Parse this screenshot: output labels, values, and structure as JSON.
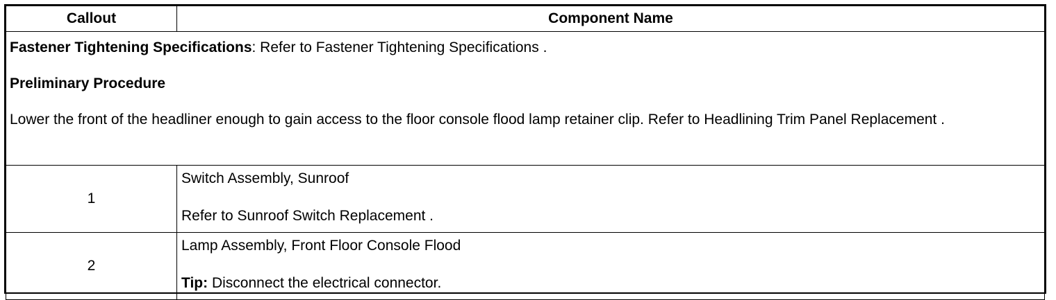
{
  "table": {
    "headers": {
      "callout": "Callout",
      "component": "Component Name"
    },
    "intro": {
      "fastener_label": "Fastener Tightening Specifications",
      "fastener_text": ": Refer to Fastener Tightening Specifications .",
      "preliminary_heading": "Preliminary Procedure",
      "preliminary_text": "Lower the front of the headliner enough to gain access to the floor console flood lamp retainer clip. Refer to Headlining Trim Panel Replacement ."
    },
    "rows": [
      {
        "callout": "1",
        "name": "Switch Assembly, Sunroof",
        "note_label": "",
        "note": "Refer to Sunroof Switch Replacement ."
      },
      {
        "callout": "2",
        "name": "Lamp Assembly, Front Floor Console Flood",
        "note_label": "Tip:",
        "note": " Disconnect the electrical connector."
      }
    ]
  }
}
